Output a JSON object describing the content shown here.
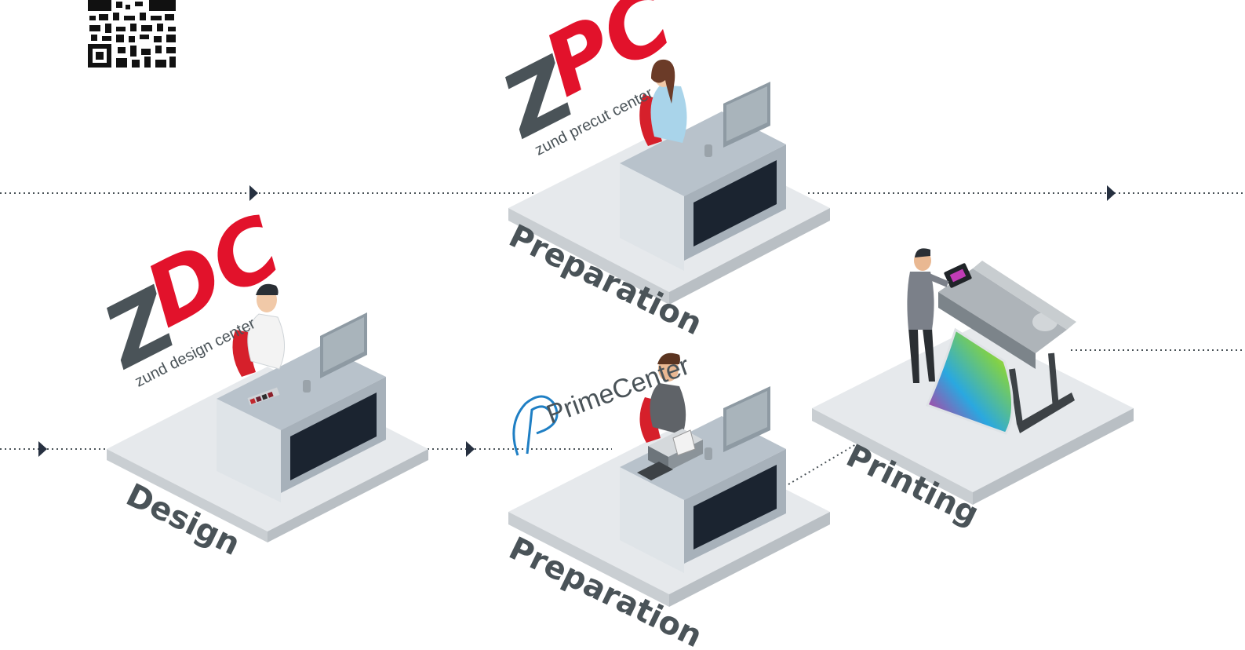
{
  "stages": {
    "design": {
      "label": "Design"
    },
    "preparation_top": {
      "label": "Preparation"
    },
    "preparation_bottom": {
      "label": "Preparation"
    },
    "printing": {
      "label": "Printing"
    }
  },
  "logos": {
    "zpc": {
      "mark_z": "Z",
      "mark_pc": "PC",
      "caption": "zund precut center"
    },
    "zdc": {
      "mark_z": "Z",
      "mark_dc": "DC",
      "caption": "zund design center"
    },
    "primecenter": {
      "name": "PrimeCenter"
    }
  },
  "colors": {
    "brand_red": "#e2122b",
    "dark_gray": "#4a5358",
    "platform": "#e6e9ec",
    "platform_edge": "#c9ced2",
    "desk_top": "#b8c2cb",
    "desk_front": "#dfe4e8",
    "desk_dark": "#1b2430",
    "prime_blue": "#1f7fc4",
    "arrow": "#263040"
  },
  "icons": {
    "qr_code": "qr-code-icon",
    "flow_arrow": "arrow-right-icon",
    "primecenter_mark": "primecenter-logo-icon"
  }
}
